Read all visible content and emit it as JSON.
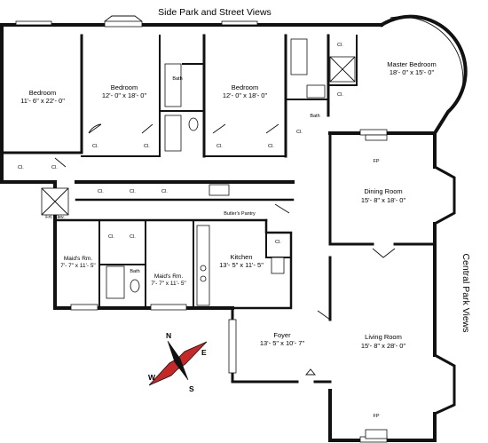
{
  "plan": {
    "top_label": "Side Park and Street Views",
    "side_label": "Central Park Views",
    "rooms": {
      "bedroom1": {
        "name": "Bedroom",
        "dims": "11'- 6\" x 22'- 0\""
      },
      "bedroom2": {
        "name": "Bedroom",
        "dims": "12'- 0\" x 18'- 0\""
      },
      "bedroom3": {
        "name": "Bedroom",
        "dims": "12'- 0\" x 18'- 0\""
      },
      "master_bedroom": {
        "name": "Master Bedroom",
        "dims": "18'- 0\" x 15'- 0\""
      },
      "dining_room": {
        "name": "Dining Room",
        "dims": "15'- 8\" x 18'- 0\""
      },
      "living_room": {
        "name": "Living Room",
        "dims": "15'- 8\" x 28'- 0\""
      },
      "foyer": {
        "name": "Foyer",
        "dims": "13'- 5\" x 10'- 7\""
      },
      "kitchen": {
        "name": "Kitchen",
        "dims": "13'- 5\" x 11'- 5\""
      },
      "maids_room1": {
        "name": "Maid's Rm.",
        "dims": "7'- 7\" x 11'- 5\""
      },
      "maids_room2": {
        "name": "Maid's Rm.",
        "dims": "7'- 7\" x 11'- 5\""
      }
    },
    "labels": {
      "bath": "Bath",
      "closet": "Cl.",
      "fireplace": "FP",
      "butlers_pantry": "Butler's Pantry",
      "freight_elevator": "Frt. Elev."
    },
    "compass": {
      "n": "N",
      "s": "S",
      "e": "E",
      "w": "W"
    },
    "colors": {
      "ink": "#111111",
      "compass_red": "#c62828",
      "background": "#ffffff"
    }
  }
}
